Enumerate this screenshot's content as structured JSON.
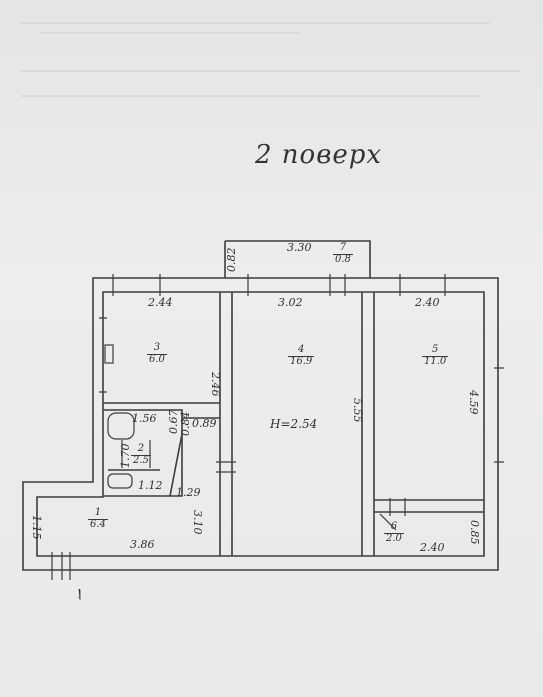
{
  "title": "2 поверх",
  "height_label": "H=2.54",
  "rooms": [
    {
      "number": "1",
      "area": "6.4"
    },
    {
      "number": "2",
      "area": "2.5"
    },
    {
      "number": "3",
      "area": "6.0"
    },
    {
      "number": "4",
      "area": "16.9"
    },
    {
      "number": "5",
      "area": "11.0"
    },
    {
      "number": "6",
      "area": "2.0"
    },
    {
      "number": "7",
      "area": "0.8"
    }
  ],
  "dimensions": {
    "balcony_top": "3.30",
    "balcony_side": "0.82",
    "room3_top": "2.44",
    "room4_top": "3.02",
    "room5_top": "2.40",
    "room3_side": "2.46",
    "room4_side": "5.55",
    "room5_side": "4.59",
    "bath_top": "1.56",
    "bath_side": "0.89",
    "bath_small_a": "0.67",
    "bath_small_b": "0.84",
    "wc_side": "1.70",
    "wc_bottom": "1.12",
    "hall_diag": "1.29",
    "hall_side": "3.10",
    "entry_side": "1.15",
    "bottom_left": "3.86",
    "bottom_right": "2.40",
    "closet_side": "0.85"
  },
  "mark": "!"
}
